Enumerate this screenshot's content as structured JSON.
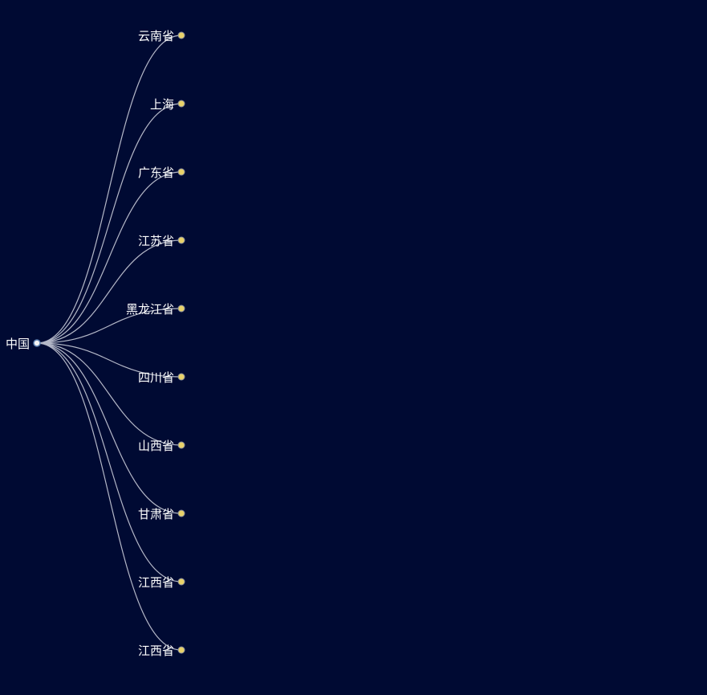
{
  "tree": {
    "root": {
      "label": "中国",
      "node_color": "#f4f4f4"
    },
    "children": [
      {
        "label": "云南省"
      },
      {
        "label": "上海"
      },
      {
        "label": "广东省"
      },
      {
        "label": "江苏省"
      },
      {
        "label": "黑龙江省"
      },
      {
        "label": "四川省"
      },
      {
        "label": "山西省"
      },
      {
        "label": "甘肃省"
      },
      {
        "label": "江西省"
      },
      {
        "label": "江西省"
      }
    ],
    "leaf_node_color": "#e8d26a",
    "link_color": "#b4b8c8",
    "background": "#000a33"
  }
}
